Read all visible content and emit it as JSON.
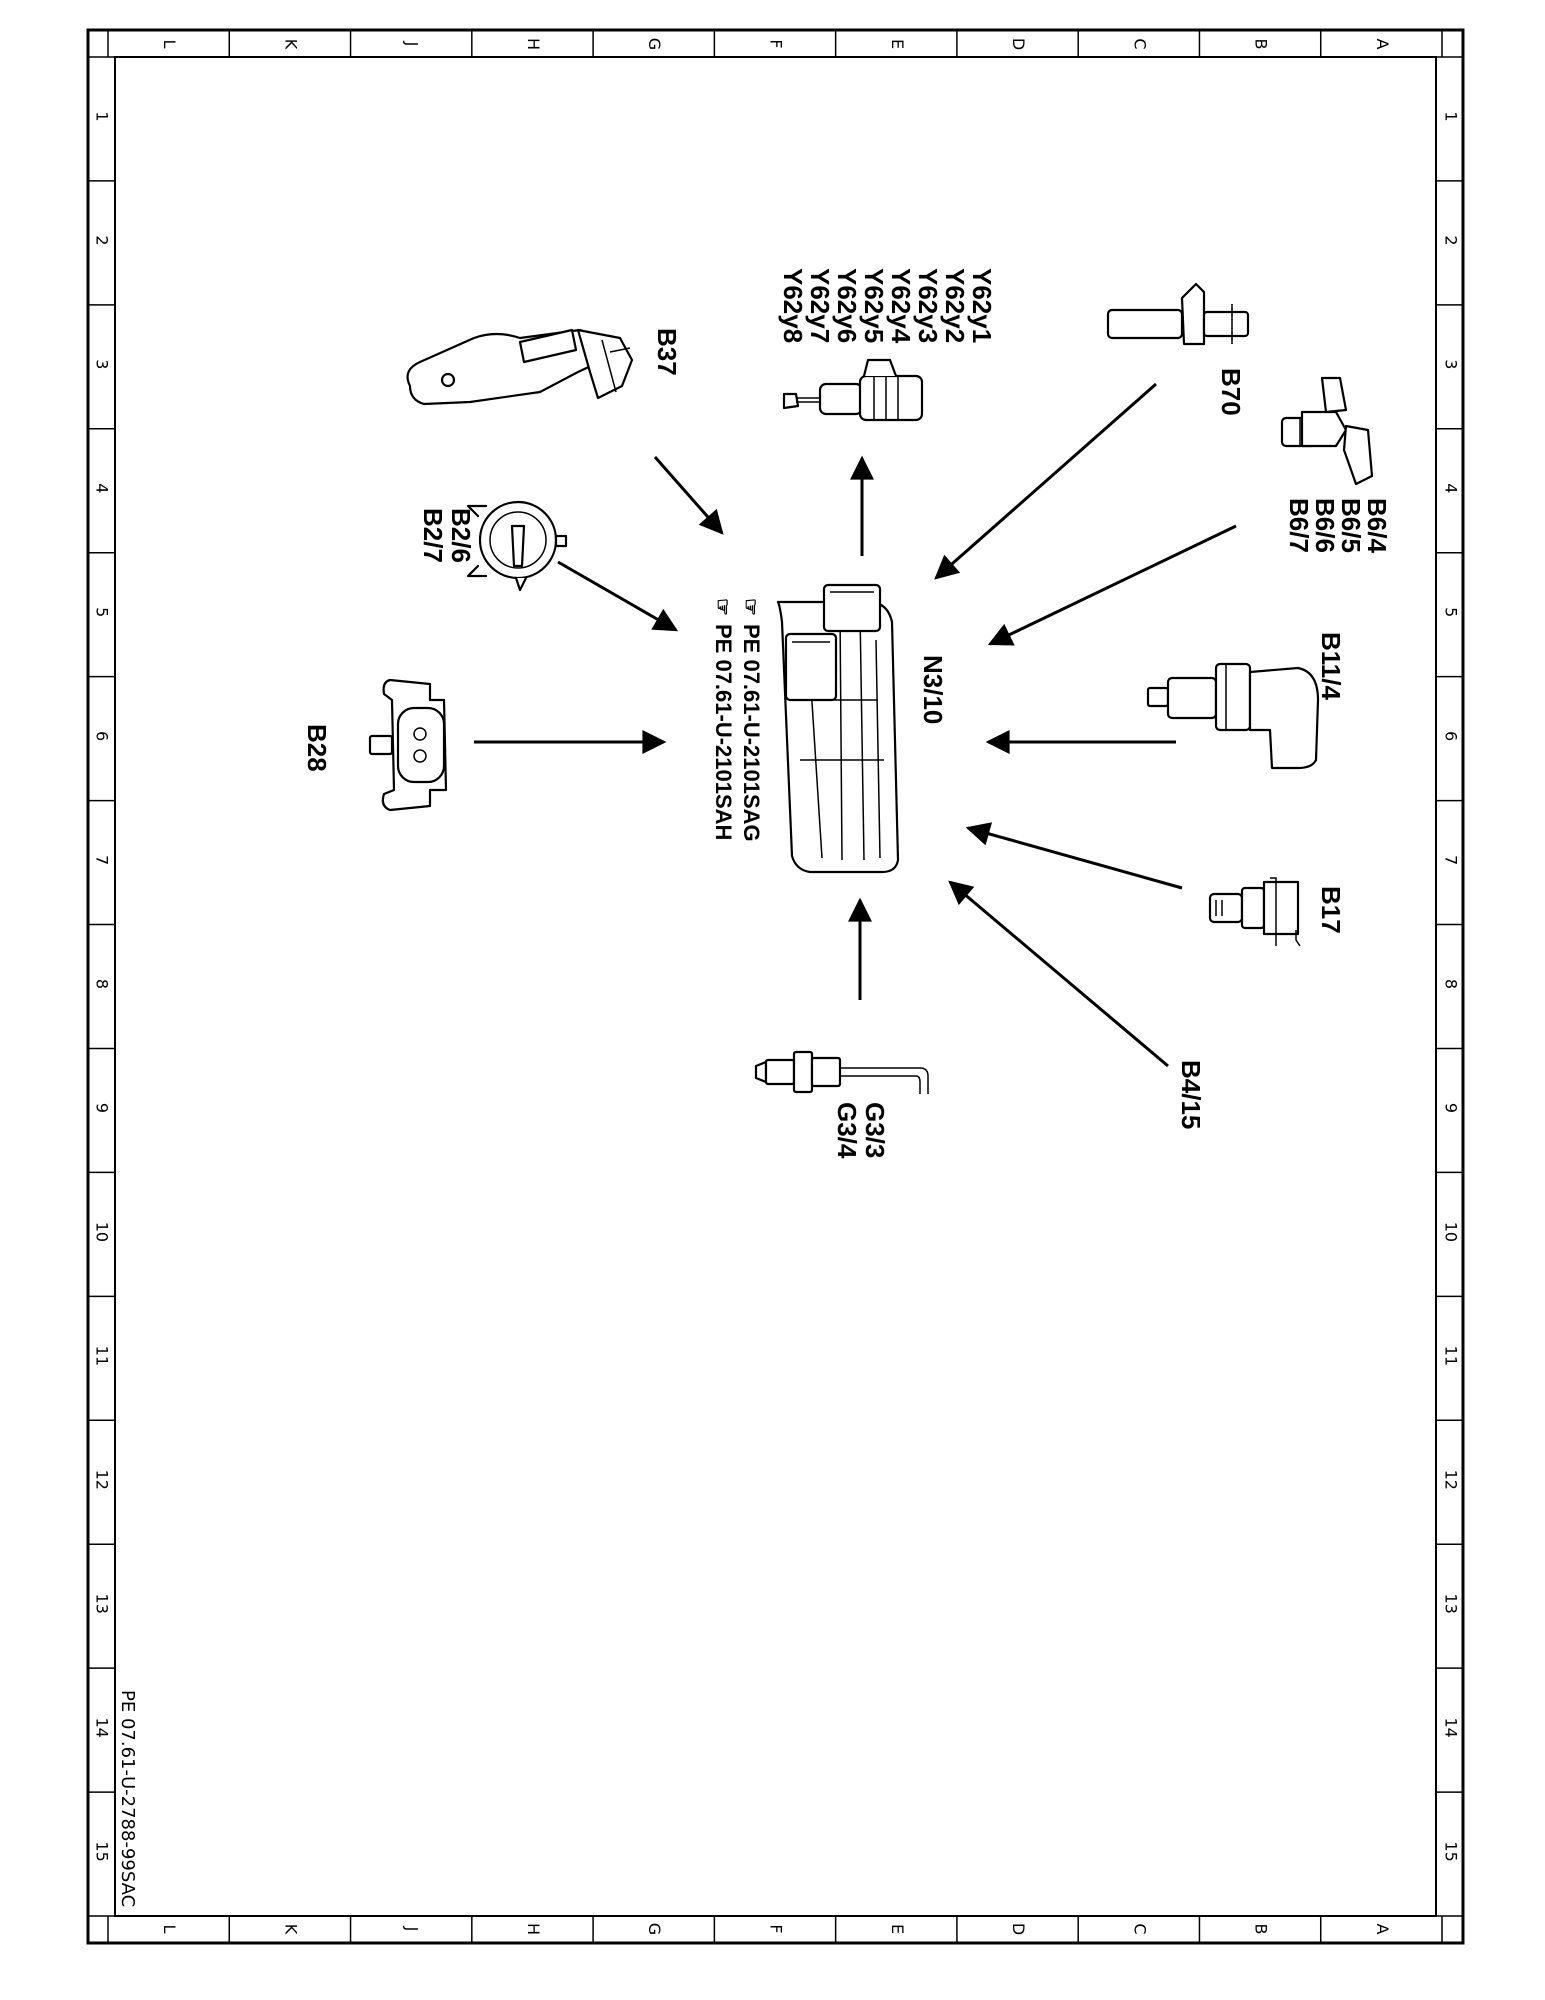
{
  "frame": {
    "column_letters": [
      "L",
      "K",
      "J",
      "H",
      "G",
      "F",
      "E",
      "D",
      "C",
      "B",
      "A"
    ],
    "row_numbers": [
      "1",
      "2",
      "3",
      "4",
      "5",
      "6",
      "7",
      "8",
      "9",
      "10",
      "11",
      "12",
      "13",
      "14",
      "15"
    ]
  },
  "footer": {
    "doc_id": "PE 07.61-U-2788-99SAC"
  },
  "control_unit": {
    "code": "N3/10",
    "refs": [
      "PE 07.61-U-2101SAG",
      "PE 07.61-U-2101SAH"
    ]
  },
  "components": {
    "injectors": [
      "Y62y1",
      "Y62y2",
      "Y62y3",
      "Y62y4",
      "Y62y5",
      "Y62y6",
      "Y62y7",
      "Y62y8"
    ],
    "b37": "B37",
    "b70": "B70",
    "b6": [
      "B6/4",
      "B6/5",
      "B6/6",
      "B6/7"
    ],
    "b2": [
      "B2/6",
      "B2/7"
    ],
    "b11_4": "B11/4",
    "b28": "B28",
    "b17": "B17",
    "b4_15": "B4/15",
    "g3": [
      "G3/3",
      "G3/4"
    ]
  }
}
